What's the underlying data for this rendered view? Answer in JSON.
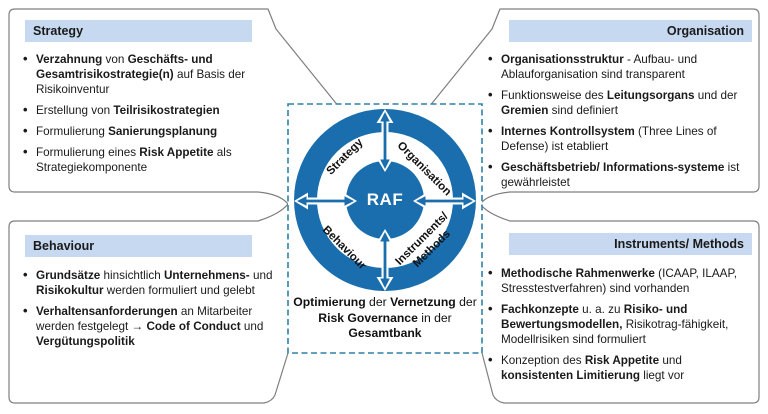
{
  "diagram": {
    "quadrants": [
      {
        "id": "strategy",
        "title": "Strategy",
        "bullets": [
          [
            {
              "t": "Verzahnung",
              "b": true
            },
            {
              "t": " von ",
              "b": false
            },
            {
              "t": "Geschäfts- und Gesamtrisikostrategie(n)",
              "b": true
            },
            {
              "t": " auf Basis der Risikoinventur",
              "b": false
            }
          ],
          [
            {
              "t": "Erstellung von ",
              "b": false
            },
            {
              "t": "Teilrisikostrategien",
              "b": true
            }
          ],
          [
            {
              "t": "Formulierung ",
              "b": false
            },
            {
              "t": "Sanierungsplanung",
              "b": true
            }
          ],
          [
            {
              "t": "Formulierung eines ",
              "b": false
            },
            {
              "t": "Risk Appetite",
              "b": true
            },
            {
              "t": " als Strategiekomponente",
              "b": false
            }
          ]
        ]
      },
      {
        "id": "organisation",
        "title": "Organisation",
        "bullets": [
          [
            {
              "t": "Organisationsstruktur",
              "b": true
            },
            {
              "t": " - Aufbau- und Ablauforganisation sind transparent",
              "b": false
            }
          ],
          [
            {
              "t": "Funktionsweise des ",
              "b": false
            },
            {
              "t": "Leitungsorgans",
              "b": true
            },
            {
              "t": " und der ",
              "b": false
            },
            {
              "t": "Gremien",
              "b": true
            },
            {
              "t": " sind definiert",
              "b": false
            }
          ],
          [
            {
              "t": "Internes Kontrollsystem",
              "b": true
            },
            {
              "t": " (Three Lines of Defense) ist etabliert",
              "b": false
            }
          ],
          [
            {
              "t": "Geschäftsbetrieb/ Informations-systeme",
              "b": true
            },
            {
              "t": " ist gewährleistet",
              "b": false
            }
          ]
        ]
      },
      {
        "id": "behaviour",
        "title": "Behaviour",
        "bullets": [
          [
            {
              "t": "Grundsätze",
              "b": true
            },
            {
              "t": " hinsichtlich ",
              "b": false
            },
            {
              "t": "Unternehmens-",
              "b": true
            },
            {
              "t": " und ",
              "b": false
            },
            {
              "t": "Risikokultur",
              "b": true
            },
            {
              "t": " werden formuliert und gelebt",
              "b": false
            }
          ],
          [
            {
              "t": "Verhaltensanforderungen",
              "b": true
            },
            {
              "t": " an Mitarbeiter werden festgelegt ",
              "b": false
            },
            {
              "t": "→ Code of Conduct",
              "b": true
            },
            {
              "t": " und ",
              "b": false
            },
            {
              "t": "Vergütungspolitik",
              "b": true
            }
          ]
        ]
      },
      {
        "id": "instruments",
        "title": "Instruments/ Methods",
        "bullets": [
          [
            {
              "t": "Methodische Rahmenwerke",
              "b": true
            },
            {
              "t": " (ICAAP, ILAAP, Stresstestverfahren) sind vorhanden",
              "b": false
            }
          ],
          [
            {
              "t": "Fachkonzepte",
              "b": true
            },
            {
              "t": " u. a. zu ",
              "b": false
            },
            {
              "t": "Risiko- und Bewertungsmodellen,",
              "b": true
            },
            {
              "t": " Risikotrag-fähigkeit, Modellrisiken sind formuliert",
              "b": false
            }
          ],
          [
            {
              "t": "Konzeption des ",
              "b": false
            },
            {
              "t": "Risk Appetite",
              "b": true
            },
            {
              "t": " und ",
              "b": false
            },
            {
              "t": "konsistenten Limitierung",
              "b": true
            },
            {
              "t": " liegt vor",
              "b": false
            }
          ]
        ]
      }
    ],
    "center": {
      "core_label": "RAF",
      "ring_labels": {
        "top_left": "Strategy",
        "top_right": "Organisation",
        "bottom_left": "Behaviour",
        "bottom_right": "Instruments/ Methods"
      },
      "caption": [
        {
          "t": "Optimierung",
          "b": true
        },
        {
          "t": " der ",
          "b": false
        },
        {
          "t": "Vernetzung",
          "b": true
        },
        {
          "t": " der ",
          "b": false
        },
        {
          "t": "Risk Governance",
          "b": true
        },
        {
          "t": " in der ",
          "b": false
        },
        {
          "t": "Gesamtbank",
          "b": true
        }
      ]
    },
    "colors": {
      "ring_blue": "#1b6ead",
      "header_bar_blue": "#c6d9f1",
      "dashed_border_blue": "#2e80a8",
      "outline_gray": "#7f7f7f",
      "text_black": "#1a1a1a"
    }
  }
}
